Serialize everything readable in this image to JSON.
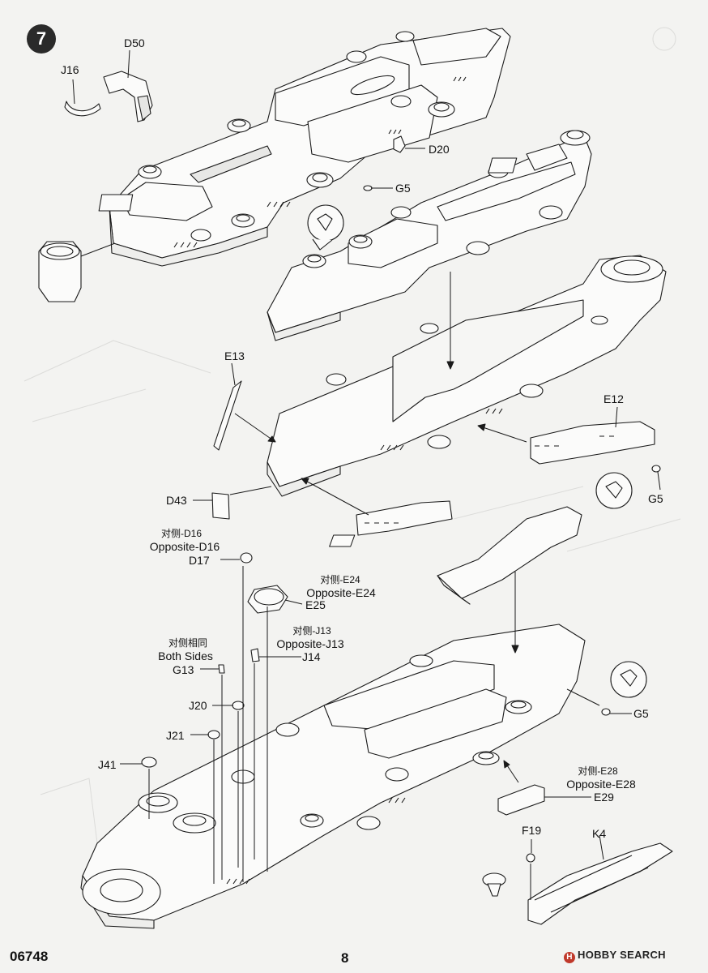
{
  "step": {
    "number": "7"
  },
  "footer": {
    "kit_number": "06748",
    "page_number": "8",
    "watermark": "HOBBY SEARCH"
  },
  "labels": {
    "D50": "D50",
    "J16": "J16",
    "D20": "D20",
    "G5_a": "G5",
    "E13": "E13",
    "E12": "E12",
    "G5_b": "G5",
    "D43": "D43",
    "opp_D16_cn": "对侧-D16",
    "opp_D16_en": "Opposite-D16",
    "D17": "D17",
    "opp_E24_cn": "对侧-E24",
    "opp_E24_en": "Opposite-E24",
    "E25": "E25",
    "opp_J13_cn": "对侧-J13",
    "opp_J13_en": "Opposite-J13",
    "J14": "J14",
    "both_cn": "对侧相同",
    "both_en": "Both Sides",
    "G13": "G13",
    "J20": "J20",
    "J21": "J21",
    "J41": "J41",
    "G5_c": "G5",
    "opp_E28_cn": "对侧-E28",
    "opp_E28_en": "Opposite-E28",
    "E29": "E29",
    "F19": "F19",
    "K4": "K4"
  }
}
